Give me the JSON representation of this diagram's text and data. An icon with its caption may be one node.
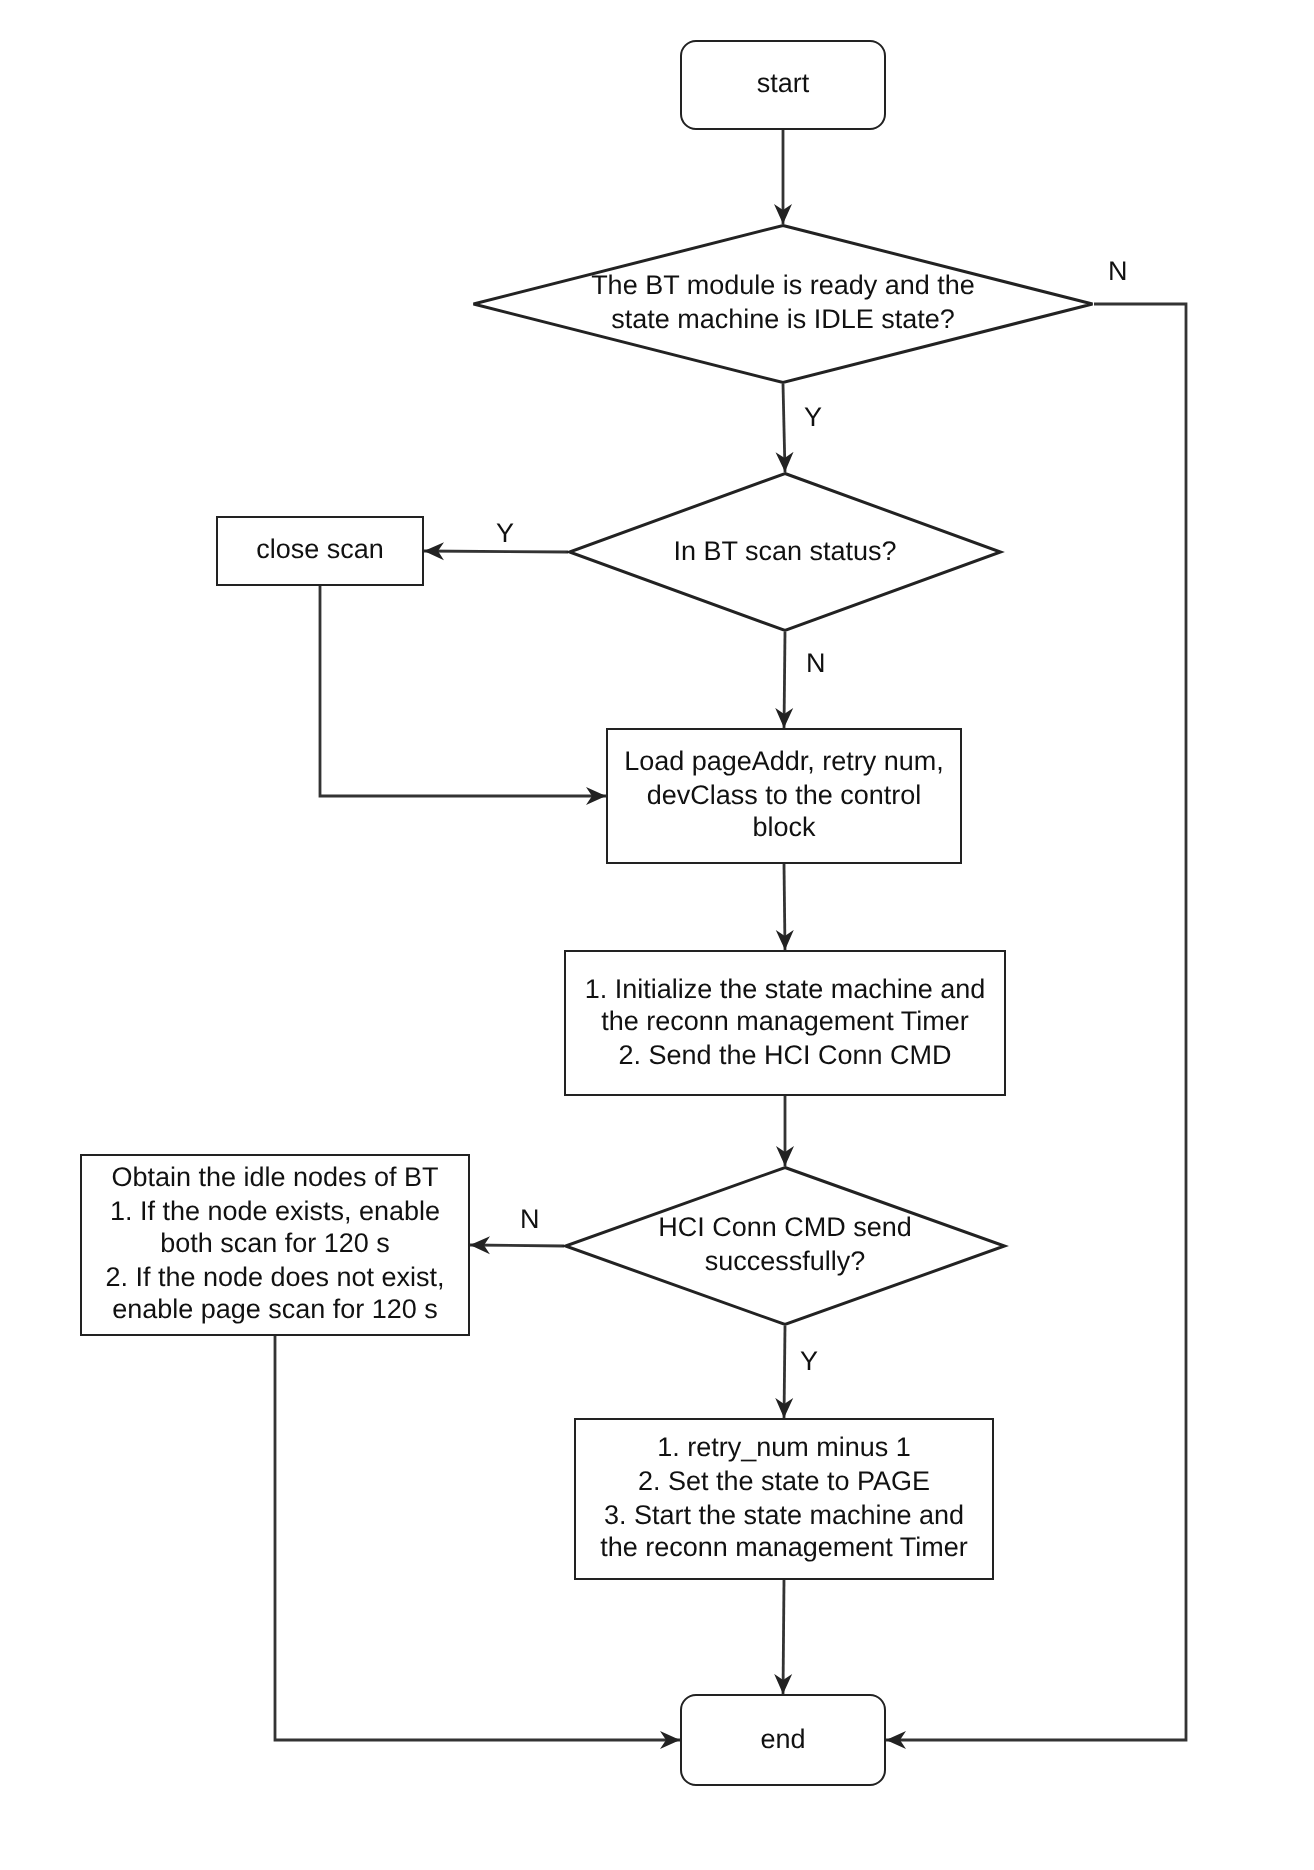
{
  "diagram": {
    "nodes": [
      {
        "text": [
          "start"
        ]
      },
      {
        "text": [
          "The BT module is ready and the state machine is IDLE state?"
        ]
      },
      {
        "text": [
          "close scan"
        ]
      },
      {
        "text": [
          "In BT scan status?"
        ]
      },
      {
        "text": [
          "Load pageAddr, retry num, devClass to the control block"
        ]
      },
      {
        "text": [
          "1. Initialize the state machine and the reconn management Timer",
          "2. Send the HCI Conn CMD"
        ]
      },
      {
        "text": [
          "Obtain the idle nodes of BT",
          "1. If the node exists, enable both scan for 120 s",
          "2. If the node does not exist, enable page scan for 120 s"
        ]
      },
      {
        "text": [
          "HCI Conn CMD send successfully?"
        ]
      },
      {
        "text": [
          "1. retry_num minus 1",
          "2. Set the state to PAGE",
          "3. Start the state machine and the reconn management Timer"
        ]
      },
      {
        "text": [
          "end"
        ]
      }
    ],
    "edges": [
      {
        "from": 0,
        "to": 1,
        "arrow": "to"
      },
      {
        "from": 1,
        "to": 3,
        "arrow": "to",
        "label": "Y"
      },
      {
        "from": 1,
        "to": 9,
        "arrow": "to",
        "label": "N"
      },
      {
        "from": 3,
        "to": 2,
        "arrow": "to",
        "label": "Y"
      },
      {
        "from": 3,
        "to": 4,
        "arrow": "to",
        "label": "N"
      },
      {
        "from": 2,
        "to": 4,
        "arrow": "to"
      },
      {
        "from": 4,
        "to": 5,
        "arrow": "to"
      },
      {
        "from": 5,
        "to": 7,
        "arrow": "to"
      },
      {
        "from": 7,
        "to": 6,
        "arrow": "to",
        "label": "N"
      },
      {
        "from": 7,
        "to": 8,
        "arrow": "to",
        "label": "Y"
      },
      {
        "from": 8,
        "to": 9,
        "arrow": "to"
      },
      {
        "from": 6,
        "to": 9,
        "arrow": "to"
      }
    ]
  }
}
